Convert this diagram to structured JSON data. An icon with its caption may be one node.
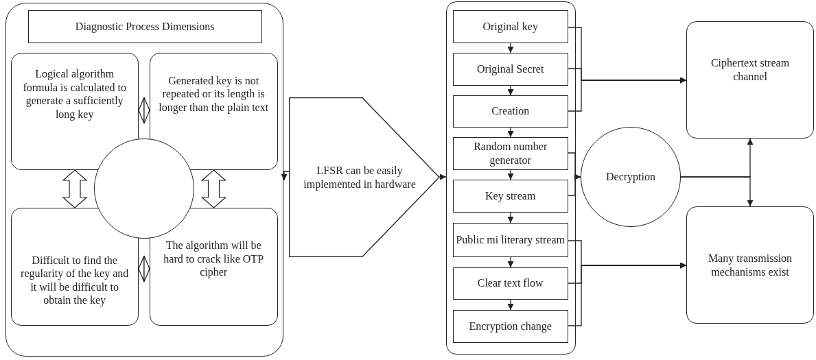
{
  "diagram": {
    "nodes": [
      {
        "text": [],
        "shape": "box"
      },
      {
        "text": [
          "Diagnostic Process Dimensions"
        ],
        "in": 0
      },
      {
        "text": [
          "Logical algorithm formula is calculated to generate a sufficiently long key"
        ],
        "in": 0
      },
      {
        "text": [
          "Generated key is not repeated or its length is longer than the plain text"
        ],
        "in": 0
      },
      {
        "text": [],
        "shape": "circle",
        "in": 0
      },
      {
        "text": [
          "Difficult to find the regularity of the key and it will be difficult to obtain the key"
        ],
        "in": 0
      },
      {
        "text": [
          "The algorithm will be hard to crack like OTP cipher"
        ],
        "in": 0
      },
      {
        "text": [
          "LFSR can be easily implemented in hardware"
        ]
      },
      {
        "text": [],
        "shape": "box"
      },
      {
        "text": [
          "Original key"
        ],
        "in": 8
      },
      {
        "text": [
          "Original Secret"
        ],
        "in": 8
      },
      {
        "text": [
          "Creation"
        ],
        "in": 8
      },
      {
        "text": [
          "Random number generator"
        ],
        "in": 8
      },
      {
        "text": [
          "Key stream"
        ],
        "in": 8
      },
      {
        "text": [
          "Public mi literary stream"
        ],
        "in": 8
      },
      {
        "text": [
          "Clear text flow"
        ],
        "in": 8
      },
      {
        "text": [
          "Encryption change"
        ],
        "in": 8
      },
      {
        "text": [
          "Ciphertext stream channel"
        ]
      },
      {
        "text": [
          "Decryption"
        ]
      },
      {
        "text": [
          "Many transmission mechanisms exist"
        ]
      }
    ],
    "edges": [
      {
        "from": 2,
        "to": 3,
        "arrow": "both"
      },
      {
        "from": 5,
        "to": 6,
        "arrow": "both"
      },
      {
        "from": 2,
        "to": 5,
        "arrow": "both",
        "style": "thick"
      },
      {
        "from": 3,
        "to": 6,
        "arrow": "both",
        "style": "thick"
      },
      {
        "from": 7,
        "to": 0,
        "arrow": "to"
      },
      {
        "from": 7,
        "to": 8,
        "arrow": "to"
      },
      {
        "from": 9,
        "to": 10,
        "arrow": "to"
      },
      {
        "from": 10,
        "to": 11,
        "arrow": "to"
      },
      {
        "from": 11,
        "to": 12,
        "arrow": "to"
      },
      {
        "from": 12,
        "to": 13,
        "arrow": "to"
      },
      {
        "from": 13,
        "to": 14,
        "arrow": "to"
      },
      {
        "from": 14,
        "to": 15,
        "arrow": "to"
      },
      {
        "from": 15,
        "to": 16,
        "arrow": "to"
      },
      {
        "from": 9,
        "to": 17,
        "arrow": "to"
      },
      {
        "from": 10,
        "to": 17,
        "arrow": "to"
      },
      {
        "from": 11,
        "to": 17,
        "arrow": "to"
      },
      {
        "from": 12,
        "to": 18,
        "arrow": "to"
      },
      {
        "from": 13,
        "to": 18,
        "arrow": "to"
      },
      {
        "from": 14,
        "to": 19,
        "arrow": "to"
      },
      {
        "from": 15,
        "to": 19,
        "arrow": "to"
      },
      {
        "from": 16,
        "to": 19,
        "arrow": "to"
      },
      {
        "from": 18,
        "to": 17,
        "arrow": "to"
      },
      {
        "from": 18,
        "to": 19,
        "arrow": "to"
      }
    ]
  }
}
